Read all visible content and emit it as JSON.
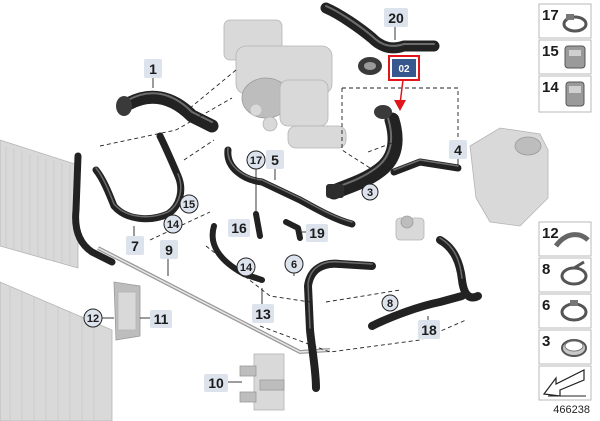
{
  "diagram": {
    "figure_number": "466238",
    "highlight_color": "#e1141c",
    "tag_color": "#dde3ec",
    "module_badge": {
      "label": "02",
      "color": "#37578f"
    }
  },
  "callouts": [
    {
      "id": "c1",
      "label": "1"
    },
    {
      "id": "c20",
      "label": "20"
    },
    {
      "id": "c4",
      "label": "4"
    },
    {
      "id": "c5",
      "label": "5"
    },
    {
      "id": "c17",
      "label": "17"
    },
    {
      "id": "c3",
      "label": "3"
    },
    {
      "id": "c15",
      "label": "15"
    },
    {
      "id": "c14a",
      "label": "14"
    },
    {
      "id": "c16",
      "label": "16"
    },
    {
      "id": "c14b",
      "label": "14"
    },
    {
      "id": "c19",
      "label": "19"
    },
    {
      "id": "c7",
      "label": "7"
    },
    {
      "id": "c9",
      "label": "9"
    },
    {
      "id": "c6",
      "label": "6"
    },
    {
      "id": "c13",
      "label": "13"
    },
    {
      "id": "c8",
      "label": "8"
    },
    {
      "id": "c18",
      "label": "18"
    },
    {
      "id": "c12",
      "label": "12"
    },
    {
      "id": "c11",
      "label": "11"
    },
    {
      "id": "c10",
      "label": "10"
    }
  ],
  "legend": [
    {
      "label": "17",
      "icon": "hose-clamp-icon"
    },
    {
      "label": "15",
      "icon": "quick-connector-icon"
    },
    {
      "label": "14",
      "icon": "connector-icon"
    },
    {
      "label": "12",
      "icon": "hose-bracket-icon"
    },
    {
      "label": "8",
      "icon": "spring-clamp-icon"
    },
    {
      "label": "6",
      "icon": "clamp-icon"
    },
    {
      "label": "3",
      "icon": "band-clamp-icon"
    },
    {
      "label": "",
      "icon": "direction-arrow-icon"
    }
  ]
}
